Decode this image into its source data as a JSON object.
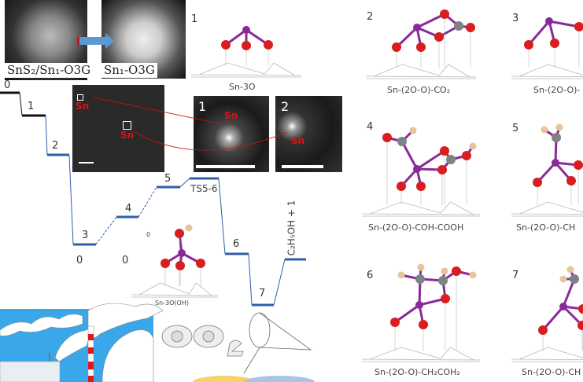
{
  "micrographs": {
    "before_caption": "SnS₂/Sn₁-O3G",
    "after_caption": "Sn₁-O3G",
    "sn_marker": "Sn",
    "inset_1": "1",
    "inset_2": "2"
  },
  "energy_diagram": {
    "levels": [
      {
        "label": "0"
      },
      {
        "label": "1"
      },
      {
        "label": "2"
      },
      {
        "label": "3"
      },
      {
        "label": "4"
      },
      {
        "label": "5"
      },
      {
        "label": "TS5-6"
      },
      {
        "label": "6"
      },
      {
        "label": "7"
      },
      {
        "label": "C₂H₅OH + 1"
      }
    ],
    "extra_labels": [
      "0",
      "0",
      "0"
    ],
    "colors": {
      "initial": "#111111",
      "path": "#2f5fa8"
    }
  },
  "structures": [
    {
      "number": "1",
      "name": "Sn-3O"
    },
    {
      "number": "",
      "name": "Sn-3O(OH)"
    },
    {
      "number": "2",
      "name": "Sn-(2O-O)-CO₂"
    },
    {
      "number": "3",
      "name": "Sn-(2O-O)-"
    },
    {
      "number": "4",
      "name": "Sn-(2O-O)-COH-COOH"
    },
    {
      "number": "5",
      "name": "Sn-(2O-O)-CH"
    },
    {
      "number": "6",
      "name": "Sn-(2O-O)-CH₂COH₂"
    },
    {
      "number": "7",
      "name": "Sn-(2O-O)-CH"
    }
  ],
  "atom_colors": {
    "Sn": "#8a2a9a",
    "O": "#d81e1e",
    "C": "#7d8285",
    "H": "#e8c49a",
    "support": "#b8b8b8"
  }
}
